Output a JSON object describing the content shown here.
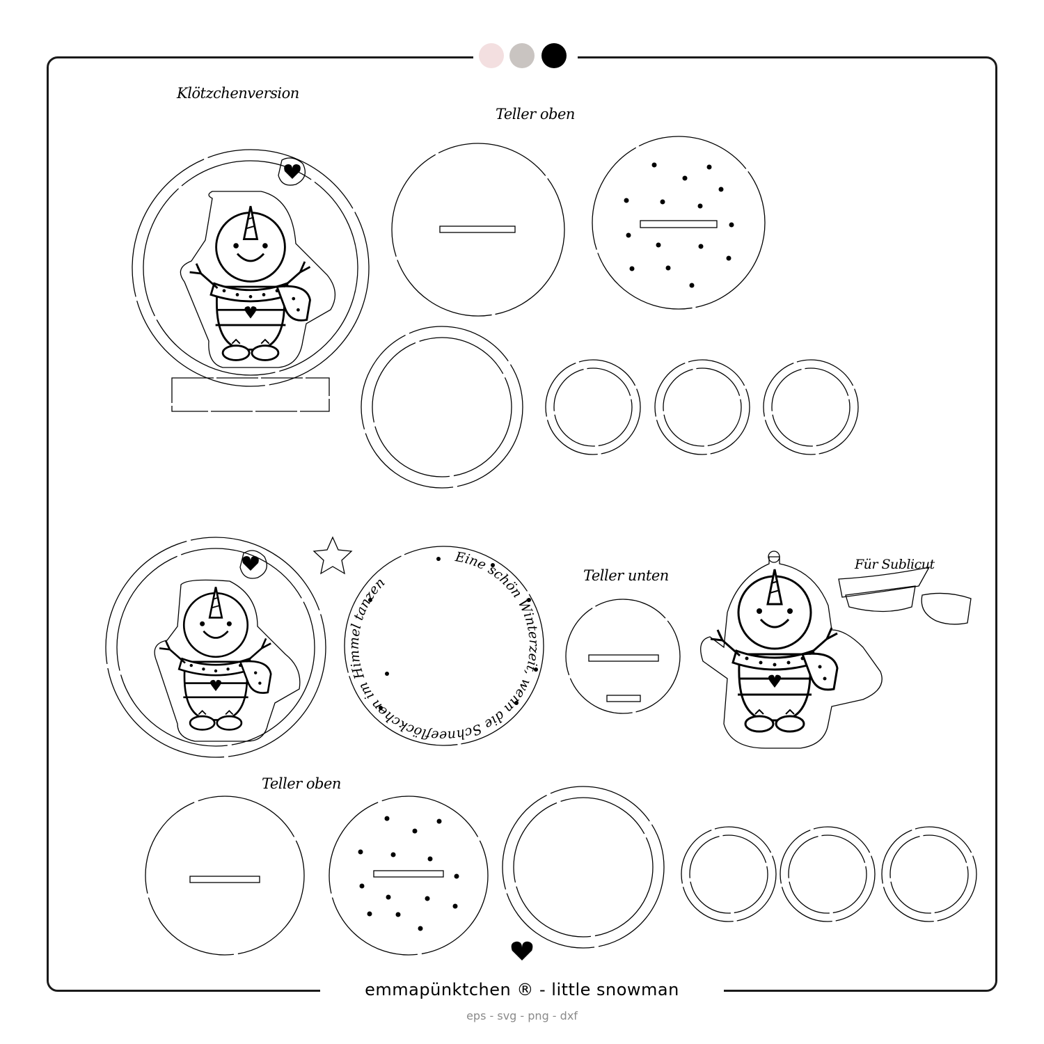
{
  "labels": {
    "kloetzchen": "Klötzchenversion",
    "teller_oben_1": "Teller oben",
    "teller_unten": "Teller unten",
    "fuer_sublicut": "Für Sublicut",
    "teller_oben_2": "Teller oben"
  },
  "ring_text": {
    "part1": "Eine schön Winterzeit, wenn die Schneeflöckchen im Himmel tanzen"
  },
  "footer": {
    "brand": "emmapünktchen ® -  little snowman",
    "formats": "eps - svg - png - dxf"
  },
  "swatches": [
    "#f3dfe0",
    "#c9c4c1",
    "#000000"
  ],
  "icons": [
    "heart-icon",
    "star-icon",
    "snowman-figure",
    "scarf-icon"
  ]
}
